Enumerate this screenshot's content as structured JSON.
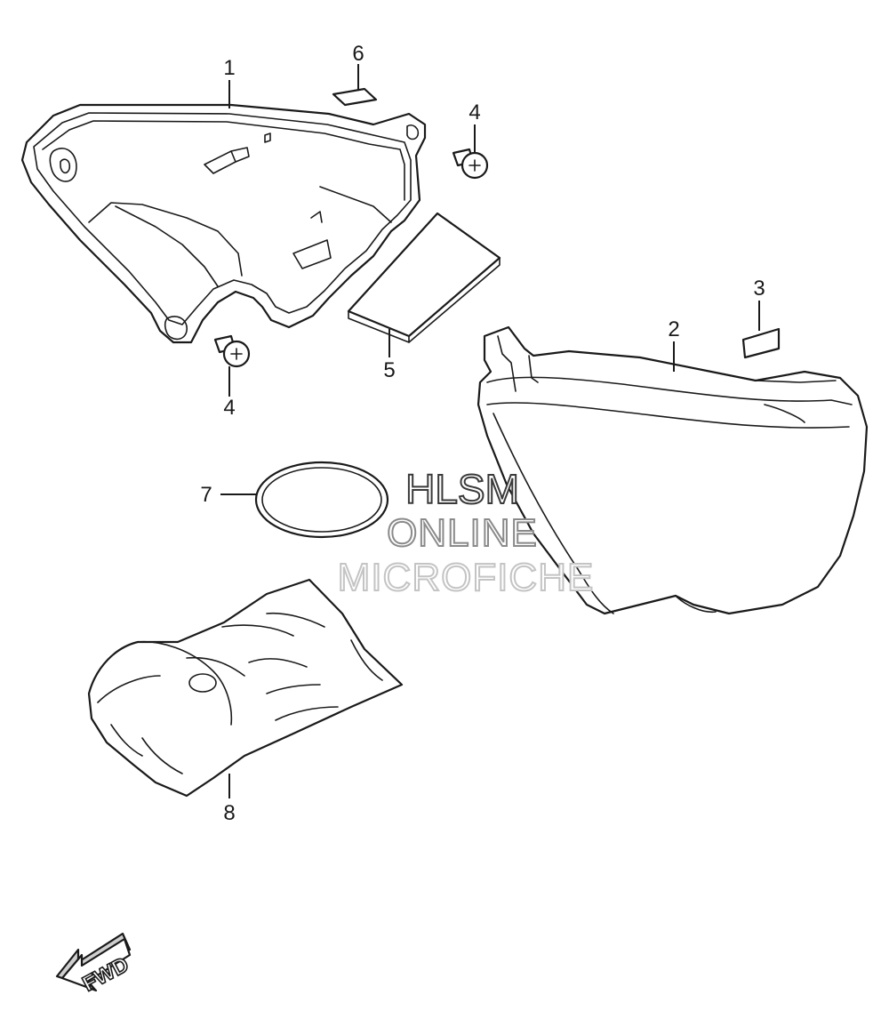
{
  "callouts": [
    {
      "id": "1",
      "label": "1"
    },
    {
      "id": "2",
      "label": "2"
    },
    {
      "id": "3",
      "label": "3"
    },
    {
      "id": "4a",
      "label": "4"
    },
    {
      "id": "4b",
      "label": "4"
    },
    {
      "id": "5",
      "label": "5"
    },
    {
      "id": "6",
      "label": "6"
    },
    {
      "id": "7",
      "label": "7"
    },
    {
      "id": "8",
      "label": "8"
    }
  ],
  "watermark": {
    "line1": "HLSM",
    "line2": "ONLINE",
    "line3": "MICROFICHE"
  },
  "direction_marker": {
    "label": "FWD"
  },
  "colors": {
    "line": "#1a1a1a",
    "background": "#ffffff"
  }
}
